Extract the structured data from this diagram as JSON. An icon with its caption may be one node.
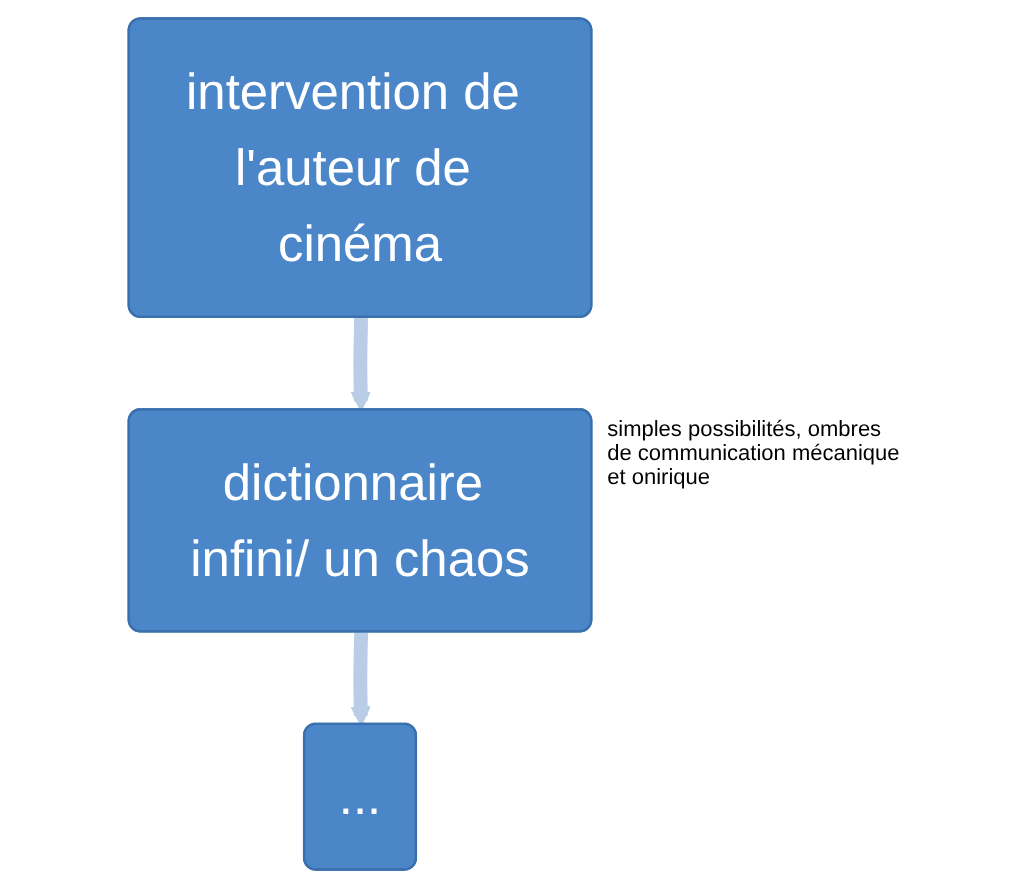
{
  "diagram": {
    "nodes": [
      {
        "text": [
          "intervention de l'auteur de cinéma"
        ]
      },
      {
        "text": [
          "dictionnaire infini/ un chaos"
        ],
        "beside": [
          "simples possibilités, ombres de communication mécanique et onirique"
        ]
      },
      {
        "text": [
          "..."
        ]
      }
    ],
    "edges": [
      {
        "from": 0,
        "to": 1,
        "arrow": "to"
      },
      {
        "from": 1,
        "to": 2,
        "arrow": "to"
      }
    ]
  }
}
